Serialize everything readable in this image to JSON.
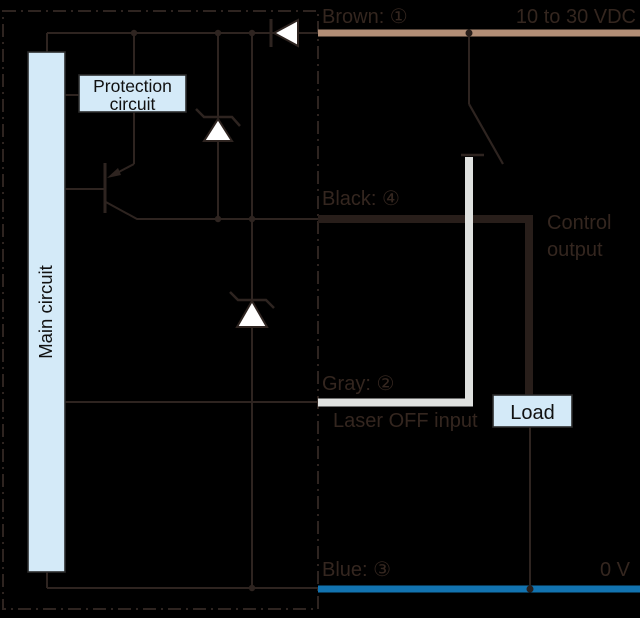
{
  "colors": {
    "background": "#000000",
    "circuit_line": "#2e2420",
    "box_fill": "#d4eaf8",
    "box_border": "#2b2b2b",
    "box_text": "#111111",
    "label_text": "#34261f",
    "brown_wire": "#b28e76",
    "black_wire": "#281e1a",
    "gray_wire": "#dfe1df",
    "blue_wire": "#1273b0",
    "symbol_fill": "#ffffff"
  },
  "internal": {
    "main_circuit_label": "Main circuit",
    "protection_circuit": [
      "Protection",
      "circuit"
    ]
  },
  "terminals": {
    "brown": {
      "label": "Brown: ①",
      "supply": "10 to 30 VDC"
    },
    "black": {
      "label": "Black: ④",
      "function": [
        "Control",
        "output"
      ]
    },
    "gray": {
      "label": "Gray: ②",
      "function": "Laser OFF input"
    },
    "blue": {
      "label": "Blue: ③",
      "supply": "0 V"
    }
  },
  "load": {
    "label": "Load"
  }
}
